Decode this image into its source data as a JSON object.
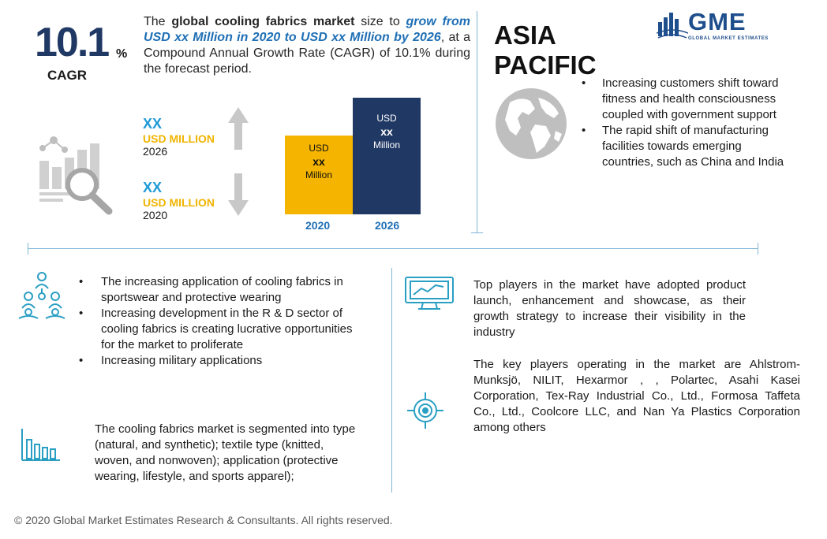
{
  "logo": {
    "mark": "GME",
    "subtitle": "GLOBAL MARKET ESTIMATES"
  },
  "cagr": {
    "value": "10.1",
    "percent": "%",
    "label": "CAGR"
  },
  "intro": {
    "part1": "The ",
    "bold1": "global cooling fabrics market",
    "part2": " size to ",
    "highlight": "grow from USD xx Million in 2020 to USD xx Million by 2026",
    "part3": ", at a Compound Annual Growth Rate (CAGR) of 10.1% during the forecast period."
  },
  "stats": [
    {
      "value": "XX",
      "unit": "USD MILLION",
      "year": "2026"
    },
    {
      "value": "XX",
      "unit": "USD MILLION",
      "year": "2020"
    }
  ],
  "bars": [
    {
      "currency": "USD",
      "value": "xx",
      "unit": "Million",
      "year": "2020"
    },
    {
      "currency": "USD",
      "value": "xx",
      "unit": "Million",
      "year": "2026"
    }
  ],
  "region": {
    "title_line1": "ASIA",
    "title_line2": "PACIFIC",
    "points": [
      "Increasing customers shift toward fitness and health consciousness coupled with government support",
      "The rapid shift of manufacturing facilities towards emerging countries, such as China and India"
    ]
  },
  "drivers": [
    "The increasing application of cooling fabrics in sportswear and protective wearing",
    "Increasing development in the R & D sector of cooling fabrics is creating lucrative opportunities for the market to proliferate",
    "Increasing military applications"
  ],
  "segmentation": "The cooling fabrics market is segmented into type (natural, and synthetic); textile type (knitted, woven, and nonwoven);  application (protective wearing, lifestyle, and sports apparel);",
  "players_strategy": "Top players in the market have adopted product launch, enhancement and showcase, as their growth strategy to increase their visibility in the industry",
  "key_players": "The key players operating in the market are Ahlstrom-Munksjö, NILIT, Hexarmor , , Polartec, Asahi Kasei Corporation, Tex-Ray Industrial Co., Ltd., Formosa Taffeta Co., Ltd., Coolcore LLC, and  Nan Ya Plastics Corporation among others",
  "footer": "© 2020 Global Market Estimates Research & Consultants. All rights reserved.",
  "icons": [
    "analytics-magnifier-icon",
    "arrow-up-icon",
    "arrow-down-icon",
    "globe-icon",
    "people-network-icon",
    "bar-chart-icon",
    "monitor-chart-icon",
    "target-icon",
    "gme-logo-icon"
  ],
  "colors": {
    "navy": "#203864",
    "gold": "#f5b400",
    "blue": "#1f6fb5",
    "cyan": "#1f9ad6",
    "teal_line": "#7fb6d9"
  }
}
